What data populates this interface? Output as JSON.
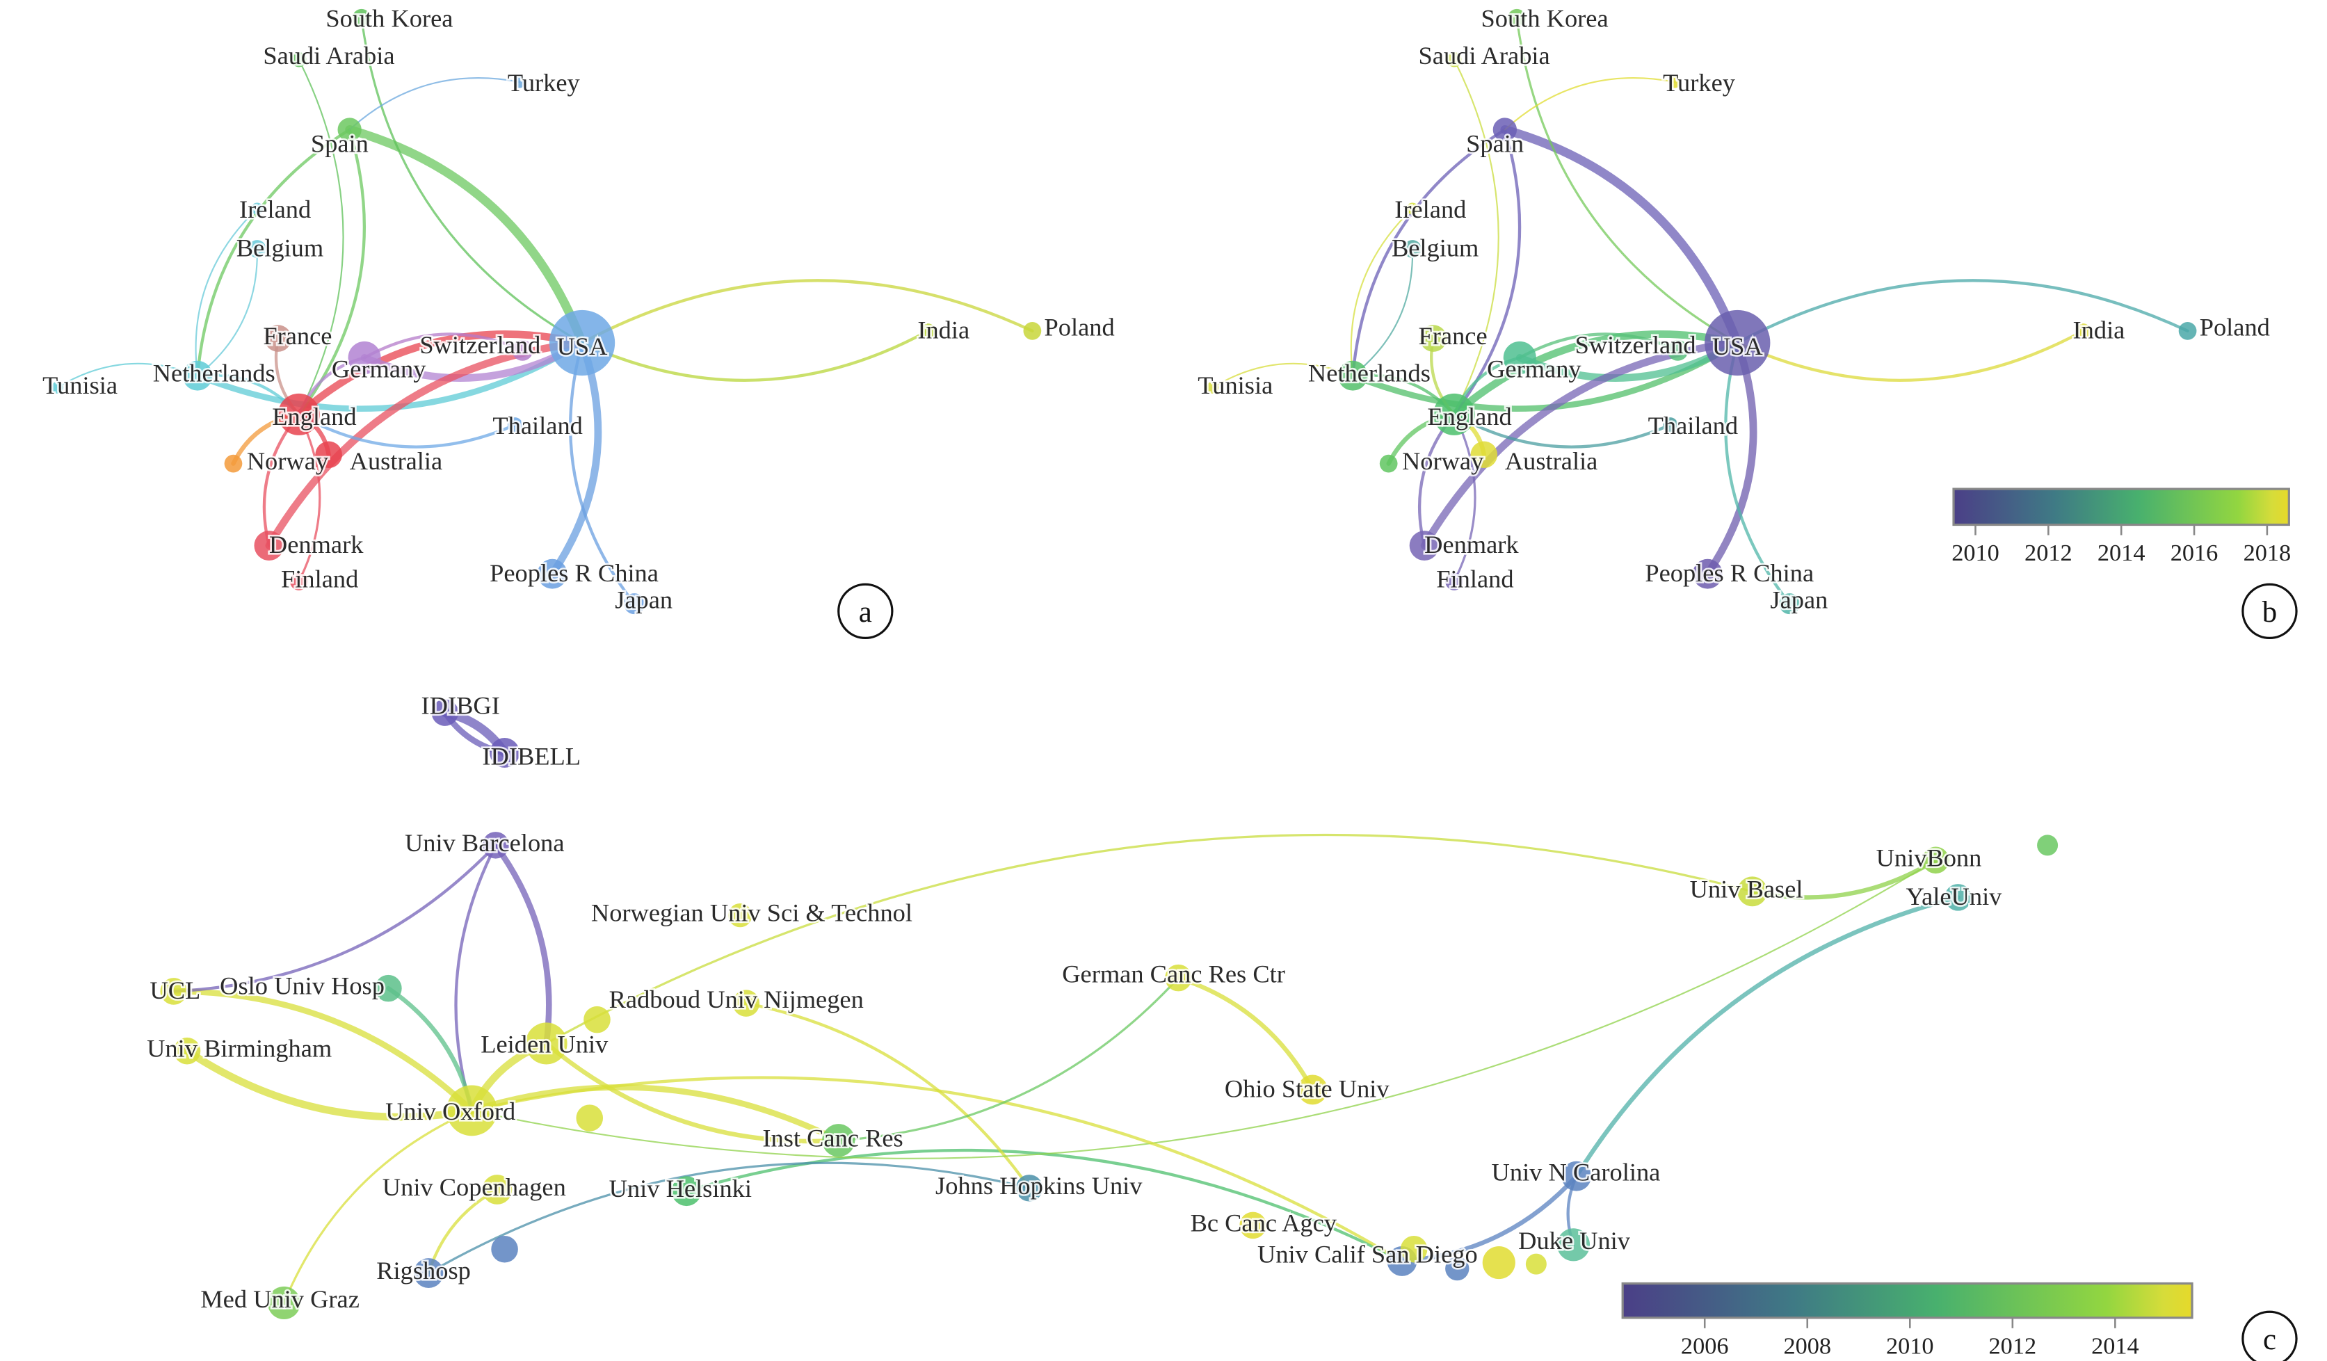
{
  "panels": {
    "a": {
      "label": "a",
      "nodes": [
        {
          "name": "South Korea",
          "color": "#5fc25a"
        },
        {
          "name": "Saudi Arabia",
          "color": "#5fc25a"
        },
        {
          "name": "Turkey",
          "color": "#6aa7dd"
        },
        {
          "name": "Spain",
          "color": "#6cc860"
        },
        {
          "name": "Ireland",
          "color": "#67c9d8"
        },
        {
          "name": "Belgium",
          "color": "#67c9d8"
        },
        {
          "name": "France",
          "color": "#c9918a"
        },
        {
          "name": "Tunisia",
          "color": "#5ecbd6"
        },
        {
          "name": "Netherlands",
          "color": "#5ecbd6"
        },
        {
          "name": "Germany",
          "color": "#b283d2"
        },
        {
          "name": "Switzerland",
          "color": "#b47bc9"
        },
        {
          "name": "USA",
          "color": "#6ea8e5"
        },
        {
          "name": "India",
          "color": "#b8d53a"
        },
        {
          "name": "Poland",
          "color": "#c8d63a"
        },
        {
          "name": "England",
          "color": "#e8434f"
        },
        {
          "name": "Thailand",
          "color": "#6ea8e5"
        },
        {
          "name": "Norway",
          "color": "#f39a3a"
        },
        {
          "name": "Australia",
          "color": "#e8434f"
        },
        {
          "name": "Denmark",
          "color": "#e85060"
        },
        {
          "name": "Finland",
          "color": "#e85060"
        },
        {
          "name": "Peoples R China",
          "color": "#6a9fe0"
        },
        {
          "name": "Japan",
          "color": "#6a9fe0"
        }
      ]
    },
    "b": {
      "label": "b",
      "nodes": [
        {
          "name": "South Korea",
          "color": "#74c95a"
        },
        {
          "name": "Saudi Arabia",
          "color": "#c9dc3c"
        },
        {
          "name": "Turkey",
          "color": "#e0dc30"
        },
        {
          "name": "Spain",
          "color": "#6b5fb5"
        },
        {
          "name": "Ireland",
          "color": "#d5df3c"
        },
        {
          "name": "Belgium",
          "color": "#50a9a0"
        },
        {
          "name": "France",
          "color": "#b9d84a"
        },
        {
          "name": "Tunisia",
          "color": "#d7dc3a"
        },
        {
          "name": "Netherlands",
          "color": "#52bf6a"
        },
        {
          "name": "Germany",
          "color": "#4fbf90"
        },
        {
          "name": "Switzerland",
          "color": "#57c07a"
        },
        {
          "name": "USA",
          "color": "#6a5fae"
        },
        {
          "name": "India",
          "color": "#dcd938"
        },
        {
          "name": "Poland",
          "color": "#4aa8a8"
        },
        {
          "name": "England",
          "color": "#4cbf6c"
        },
        {
          "name": "Thailand",
          "color": "#4a9ea0"
        },
        {
          "name": "Norway",
          "color": "#60c560"
        },
        {
          "name": "Australia",
          "color": "#dfdc35"
        },
        {
          "name": "Denmark",
          "color": "#7765b5"
        },
        {
          "name": "Finland",
          "color": "#7765b5"
        },
        {
          "name": "Peoples R China",
          "color": "#6d5cae"
        },
        {
          "name": "Japan",
          "color": "#4fb5a8"
        }
      ],
      "colorbar": {
        "ticks": [
          "2010",
          "2012",
          "2014",
          "2016",
          "2018"
        ],
        "range": [
          2009.4,
          2018.6
        ]
      }
    },
    "c": {
      "label": "c",
      "nodes": [
        {
          "name": "IDIBGI",
          "color": "#6a5cb8"
        },
        {
          "name": "IDIBELL",
          "color": "#6a5cb8"
        },
        {
          "name": "Univ Barcelona",
          "color": "#7462b8"
        },
        {
          "name": "Norwegian Univ Sci & Technol",
          "color": "#d8df3a"
        },
        {
          "name": "UnivBonn",
          "color": "#8fd14a"
        },
        {
          "name": "Univ Basel",
          "color": "#c8dc3c"
        },
        {
          "name": "YaleUniv",
          "color": "#4fb0a8"
        },
        {
          "name": "German Canc Res Ctr",
          "color": "#d8df3a"
        },
        {
          "name": "UCL",
          "color": "#d8df3a"
        },
        {
          "name": "Oslo Univ Hosp",
          "color": "#5cc08a"
        },
        {
          "name": "Radboud Univ Nijmegen",
          "color": "#d8df3a"
        },
        {
          "name": "Leiden Univ",
          "color": "#d8df3a"
        },
        {
          "name": "Univ Birmingham",
          "color": "#d8df3a"
        },
        {
          "name": "Univ Oxford",
          "color": "#d8df3a"
        },
        {
          "name": "Ohio State Univ",
          "color": "#e0dc30"
        },
        {
          "name": "Inst Canc Res",
          "color": "#6ac862"
        },
        {
          "name": "Univ Copenhagen",
          "color": "#d8df3a"
        },
        {
          "name": "Univ Helsinki",
          "color": "#4cbf6c"
        },
        {
          "name": "Johns Hopkins Univ",
          "color": "#4a8fa8"
        },
        {
          "name": "Univ N Carolina",
          "color": "#5a82c0"
        },
        {
          "name": "Bc Canc Agcy",
          "color": "#e0dc30"
        },
        {
          "name": "Duke Univ",
          "color": "#5cc09a"
        },
        {
          "name": "Univ Calif San Diego",
          "color": "#5a82c0"
        },
        {
          "name": "Rigshosp",
          "color": "#5a82c0"
        },
        {
          "name": "Med Univ Graz",
          "color": "#7ccc58"
        }
      ],
      "colorbar": {
        "ticks": [
          "2006",
          "2008",
          "2010",
          "2012",
          "2014"
        ],
        "range": [
          2004.4,
          2015.5
        ]
      }
    }
  },
  "links": {
    "country": [
      [
        "Spain",
        "USA",
        6
      ],
      [
        "Netherlands",
        "USA",
        4
      ],
      [
        "England",
        "USA",
        5
      ],
      [
        "Germany",
        "USA",
        5
      ],
      [
        "Denmark",
        "USA",
        5
      ],
      [
        "Peoples R China",
        "USA",
        5
      ],
      [
        "Japan",
        "USA",
        2
      ],
      [
        "Poland",
        "USA",
        2
      ],
      [
        "India",
        "USA",
        2
      ],
      [
        "Spain",
        "Netherlands",
        2
      ],
      [
        "Spain",
        "England",
        2
      ],
      [
        "South Korea",
        "USA",
        1.5
      ],
      [
        "Saudi Arabia",
        "England",
        1
      ],
      [
        "Turkey",
        "Spain",
        1
      ],
      [
        "Norway",
        "England",
        3
      ],
      [
        "Australia",
        "England",
        3
      ],
      [
        "Netherlands",
        "England",
        2
      ],
      [
        "Finland",
        "England",
        1.5
      ],
      [
        "Thailand",
        "England",
        2
      ],
      [
        "Switzerland",
        "Germany",
        2
      ],
      [
        "Tunisia",
        "Netherlands",
        1
      ],
      [
        "Ireland",
        "Netherlands",
        1
      ],
      [
        "Belgium",
        "Netherlands",
        1
      ],
      [
        "France",
        "England",
        2
      ],
      [
        "Denmark",
        "England",
        2
      ],
      [
        "Germany",
        "England",
        2
      ]
    ],
    "institution": [
      [
        "IDIBGI",
        "IDIBELL",
        6
      ],
      [
        "IDIBGI",
        "IDIBELL",
        4
      ],
      [
        "Univ Barcelona",
        "Leiden Univ",
        4
      ],
      [
        "Univ Barcelona",
        "Univ Oxford",
        2
      ],
      [
        "UCL",
        "Univ Oxford",
        4
      ],
      [
        "Univ Birmingham",
        "Univ Oxford",
        5
      ],
      [
        "Oslo Univ Hosp",
        "Univ Oxford",
        3
      ],
      [
        "Leiden Univ",
        "Univ Oxford",
        5
      ],
      [
        "Univ Oxford",
        "Inst Canc Res",
        4
      ],
      [
        "Leiden Univ",
        "Inst Canc Res",
        3
      ],
      [
        "German Canc Res Ctr",
        "Ohio State Univ",
        3
      ],
      [
        "YaleUniv",
        "Univ N Carolina",
        3
      ],
      [
        "Univ N Carolina",
        "Univ Calif San Diego",
        3
      ],
      [
        "Univ N Carolina",
        "Duke Univ",
        2
      ],
      [
        "Univ Helsinki",
        "Univ Calif San Diego",
        2
      ],
      [
        "Johns Hopkins Univ",
        "Rigshosp",
        1.5
      ],
      [
        "Radboud Univ Nijmegen",
        "Johns Hopkins Univ",
        2
      ],
      [
        "Univ Oxford",
        "Med Univ Graz",
        1.5
      ],
      [
        "UnivBonn",
        "Univ Basel",
        3
      ],
      [
        "Univ Basel",
        "Leiden Univ",
        1.5
      ],
      [
        "UnivBonn",
        "Univ Oxford",
        1
      ],
      [
        "Univ Copenhagen",
        "Rigshosp",
        2
      ],
      [
        "Univ Oxford",
        "Univ Calif San Diego",
        2
      ],
      [
        "Inst Canc Res",
        "German Canc Res Ctr",
        1.5
      ],
      [
        "Univ Barcelona",
        "UCL",
        2
      ]
    ]
  }
}
